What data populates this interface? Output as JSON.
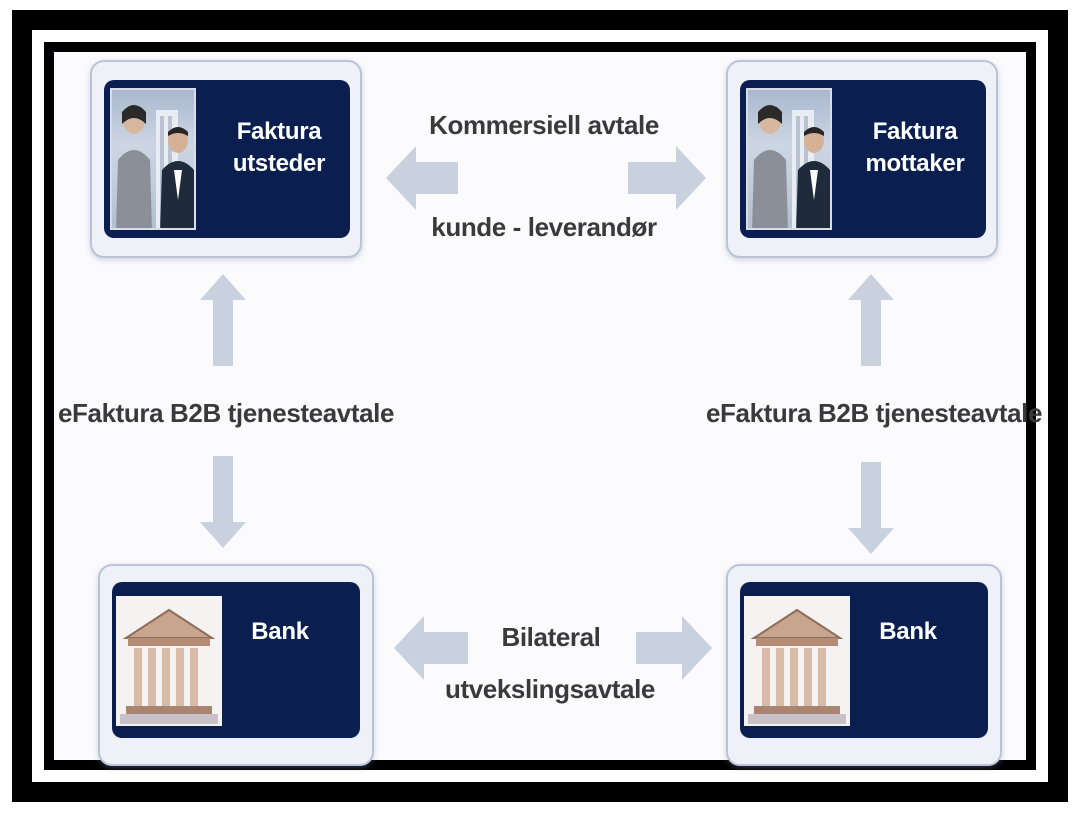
{
  "nodes": {
    "issuer": {
      "line1": "Faktura",
      "line2": "utsteder"
    },
    "receiver": {
      "line1": "Faktura",
      "line2": "mottaker"
    },
    "bank_left": {
      "label": "Bank"
    },
    "bank_right": {
      "label": "Bank"
    }
  },
  "relations": {
    "commercial": {
      "line1": "Kommersiell avtale",
      "line2": "kunde - leverandør"
    },
    "service_left": {
      "label": "eFaktura B2B tjenesteavtale"
    },
    "service_right": {
      "label": "eFaktura B2B tjenesteavtale"
    },
    "bilateral": {
      "line1": "Bilateral",
      "line2": "utvekslingsavtale"
    }
  },
  "colors": {
    "card_fill": "#0a1e4f",
    "card_frame": "#eef1f7",
    "arrow": "#c9d1de",
    "text": "#3a3a3a"
  },
  "icons": {
    "people": "business-people-photo",
    "bank": "bank-building-photo"
  }
}
